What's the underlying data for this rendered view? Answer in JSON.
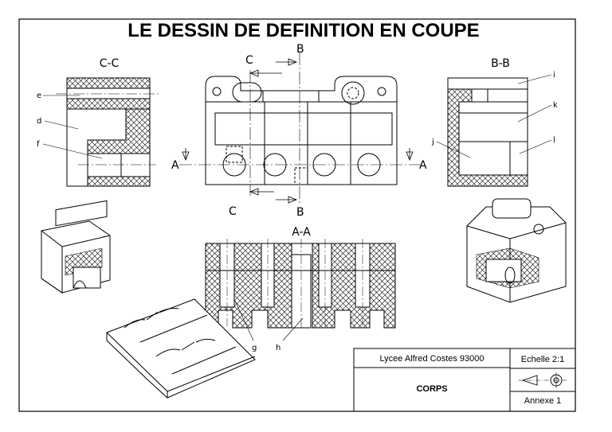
{
  "title": "LE DESSIN DE DEFINITION EN COUPE",
  "views": {
    "section_cc": "C-C",
    "section_bb": "B-B",
    "section_aa": "A-A"
  },
  "cut_markers": {
    "a_left": "A",
    "a_right": "A",
    "b_top": "B",
    "b_bottom": "B",
    "c_top": "C",
    "c_bottom": "C"
  },
  "part_labels": {
    "d": "d",
    "e": "e",
    "f": "f",
    "g": "g",
    "h": "h",
    "i": "i",
    "j": "j",
    "k": "k",
    "l": "l"
  },
  "title_block": {
    "school": "Lycee Alfred Costes 93000",
    "scale": "Echelle 2:1",
    "part_name": "CORPS",
    "annex": "Annexe 1"
  },
  "colors": {
    "ink": "#000000",
    "paper": "#ffffff"
  }
}
